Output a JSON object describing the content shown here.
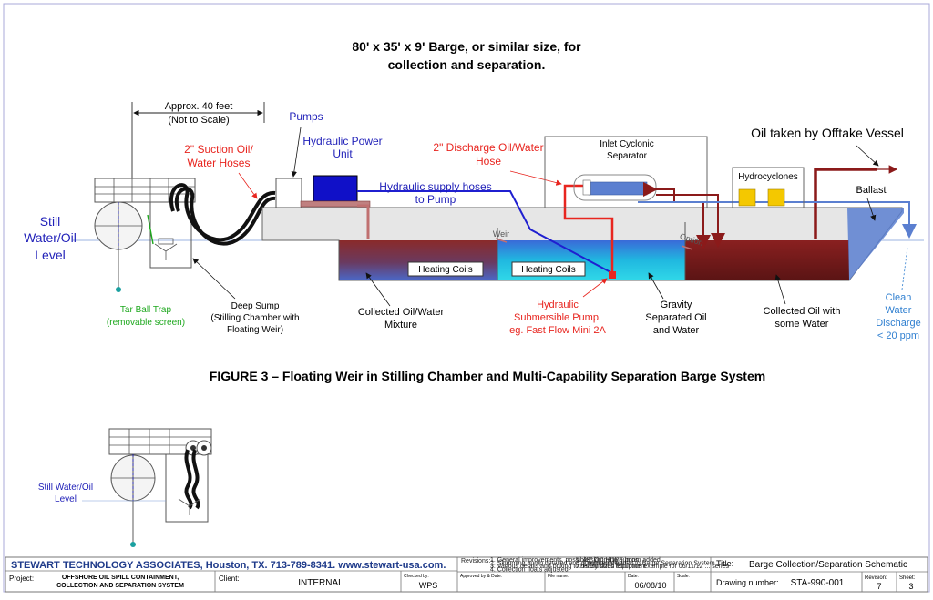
{
  "header": {
    "line1": "80' x 35' x 9' Barge, or similar size, for",
    "line2": "collection and separation."
  },
  "labels": {
    "approx1": "Approx. 40 feet",
    "approx2": "(Not to Scale)",
    "suction1": "2\" Suction Oil/",
    "suction2": "Water Hoses",
    "pumps": "Pumps",
    "hpu1": "Hydraulic Power",
    "hpu2": "Unit",
    "hyd_hoses1": "Hydraulic supply hoses",
    "hyd_hoses2": "to Pump",
    "discharge1": "2\" Discharge Oil/Water",
    "discharge2": "Hose",
    "cyclonic1": "Inlet Cyclonic",
    "cyclonic2": "Separator",
    "offtake": "Oil taken by Offtake Vessel",
    "hydrocyclones": "Hydrocyclones",
    "ballast": "Ballast",
    "still1": "Still",
    "still2": "Water/Oil",
    "still3": "Level",
    "weir": "Weir",
    "option": "Option",
    "heating1": "Heating Coils",
    "heating2": "Heating Coils",
    "tarball1": "Tar Ball Trap",
    "tarball2": "(removable screen)",
    "sump1": "Deep Sump",
    "sump2": "(Stilling Chamber with",
    "sump3": "Floating Weir)",
    "collected1": "Collected Oil/Water",
    "collected2": "Mixture",
    "sub1": "Hydraulic",
    "sub2": "Submersible Pump,",
    "sub3": "eg. Fast Flow Mini 2A",
    "gravity1": "Gravity",
    "gravity2": "Separated Oil",
    "gravity3": "and Water",
    "oilwater1": "Collected Oil with",
    "oilwater2": "some Water",
    "clean1": "Clean",
    "clean2": "Water",
    "clean3": "Discharge",
    "clean4": "< 20 ppm",
    "figure": "FIGURE 3 – Floating Weir in Stilling Chamber and Multi-Capability Separation Barge System",
    "small_still1": "Still Water/Oil",
    "small_still2": "Level"
  },
  "title_block": {
    "company": "STEWART TECHNOLOGY ASSOCIATES, Houston, TX.  713-789-8341.  www.stewart-usa.com.",
    "revisions_label": "Revisions:",
    "rev_col1": [
      "1. General improvements, possible skimming pumps",
      "2. Skimming pump detailed and pumps modified",
      "3. Various details and boxing to barely sized equipment",
      "4. Collection floats adjusted"
    ],
    "rev_col2": [
      "5. 48\" OD HDPE boom added",
      "6. Comments added to Barge Separation System",
      "7. Hazardous reduction example for 06/11/12 ... series"
    ],
    "title_label": "Title:",
    "title_value": "Barge Collection/Separation Schematic",
    "project_label": "Project:",
    "project_line1": "OFFSHORE OIL SPILL CONTAINMENT,",
    "project_line2": "COLLECTION AND SEPARATION SYSTEM",
    "client_label": "Client:",
    "client_value": "INTERNAL",
    "checked_label": "Checked by:",
    "checked_value": "WPS",
    "approved_label": "Approved by & Date:",
    "filename_label": "File name:",
    "date_label": "Date:",
    "date_value": "06/08/10",
    "scale_label": "Scale:",
    "drawing_label": "Drawing number:",
    "drawing_value": "STA-990-001",
    "revision_label": "Revision:",
    "revision_value": "7",
    "sheet_label": "Sheet:",
    "sheet_value": "3"
  },
  "colors": {
    "red": "#e8251f",
    "blue_text": "#1f1fb8",
    "hydraulic_blue": "#1f1fd0",
    "dark_red": "#8b1a1a",
    "hull_gray": "#e0e0e0",
    "water_blue": "#5b7fd0",
    "oil_brown": "#7a2020",
    "cyan": "#27c8e0",
    "green": "#1ea81e",
    "yellow": "#f4c800",
    "company_blue": "#1e3a8a"
  }
}
